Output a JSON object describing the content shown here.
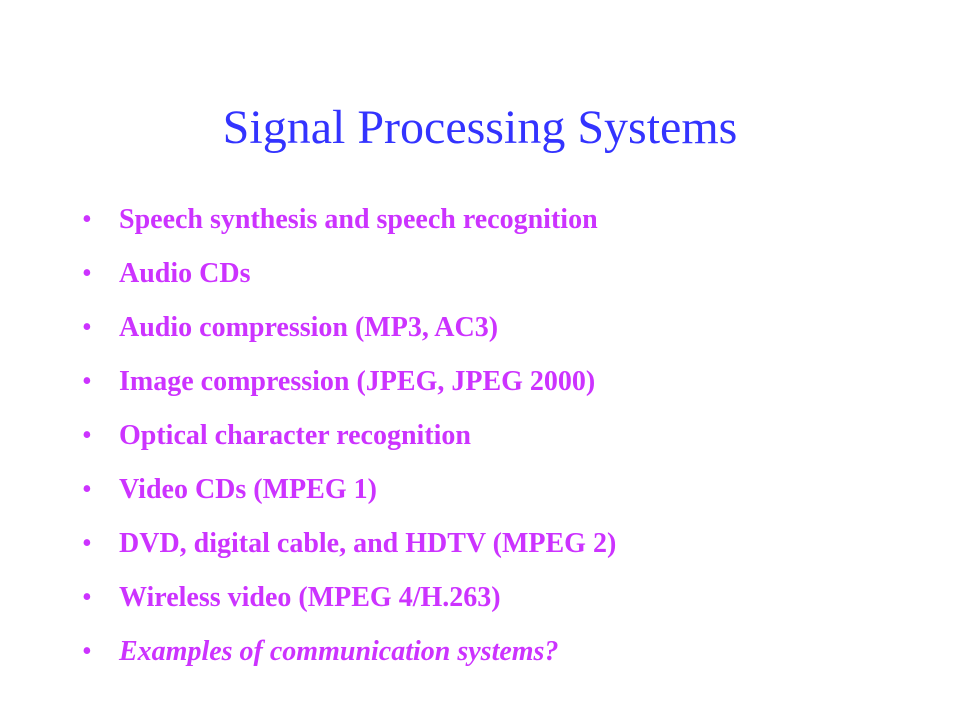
{
  "slide": {
    "title": "Signal Processing Systems",
    "bullet_glyph": "•",
    "items": [
      {
        "text": "Speech synthesis and speech recognition",
        "italic": false
      },
      {
        "text": "Audio CDs",
        "italic": false
      },
      {
        "text": "Audio compression (MP3, AC3)",
        "italic": false
      },
      {
        "text": "Image compression (JPEG, JPEG 2000)",
        "italic": false
      },
      {
        "text": "Optical character recognition",
        "italic": false
      },
      {
        "text": "Video CDs (MPEG 1)",
        "italic": false
      },
      {
        "text": "DVD, digital cable, and HDTV (MPEG 2)",
        "italic": false
      },
      {
        "text": "Wireless video (MPEG 4/H.263)",
        "italic": false
      },
      {
        "text": "Examples of communication systems?",
        "italic": true
      }
    ]
  },
  "colors": {
    "title": "#3333ff",
    "bullets": "#cc33ff",
    "background": "#ffffff"
  }
}
